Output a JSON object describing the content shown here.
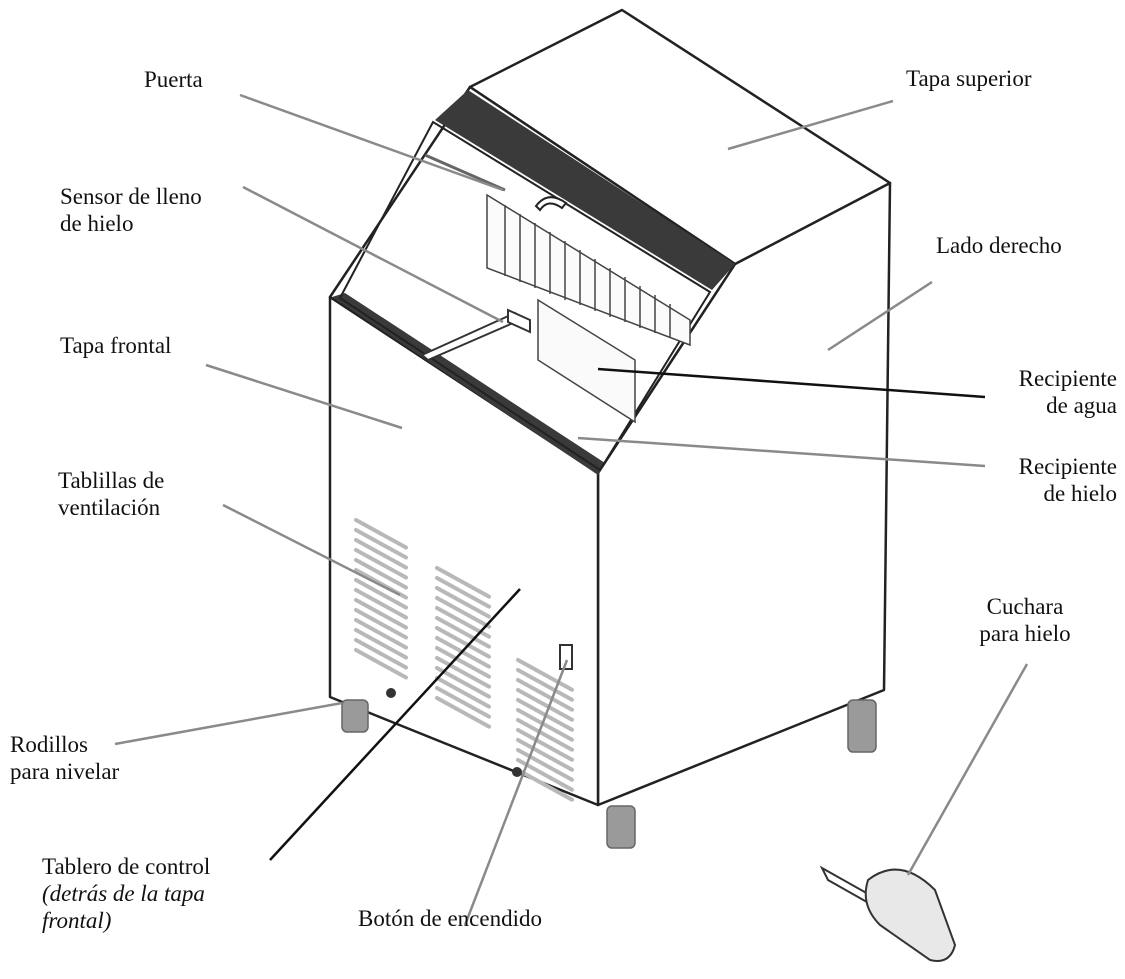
{
  "labels": {
    "puerta": "Puerta",
    "tapa_superior": "Tapa superior",
    "sensor": [
      "Sensor de lleno",
      "de hielo"
    ],
    "lado_derecho": "Lado derecho",
    "tapa_frontal": "Tapa frontal",
    "recipiente_agua": [
      "Recipiente",
      "de agua"
    ],
    "recipiente_hielo": [
      "Recipiente",
      "de hielo"
    ],
    "tablillas": [
      "Tablillas de",
      "ventilación"
    ],
    "cuchara": [
      "Cuchara",
      "para hielo"
    ],
    "rodillos": [
      "Rodillos",
      "para nivelar"
    ],
    "tablero": [
      "Tablero de control",
      "(detrás de la tapa",
      "frontal)"
    ],
    "boton": "Botón de encendido"
  },
  "colors": {
    "line_dark": "#111111",
    "line_gray": "#8a8a8a",
    "band": "#3a3a3a",
    "vent": "#b8b8b8",
    "feet": "#9a9a9a"
  }
}
